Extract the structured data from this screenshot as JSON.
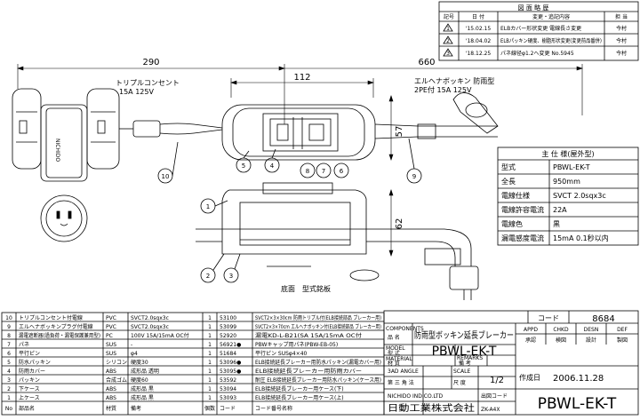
{
  "revision_table": {
    "title": "図 面 略 歴",
    "headers": [
      "記号",
      "日 付",
      "変更・追記内容",
      "担 当"
    ],
    "rows": [
      {
        "mark": "1",
        "date": "'15.02.15",
        "content": "ELBカバー形状変更 電線長さ変更",
        "person": "今村"
      },
      {
        "mark": "2",
        "date": "'18.04.02",
        "content": "ELBパッキン硬度、樹脂形状変更(変更前品番併)",
        "person": "今村"
      },
      {
        "mark": "3",
        "date": "'18.12.25",
        "content": "パネ線径φ1.2へ変更 No.5945",
        "person": "今村"
      }
    ]
  },
  "dimensions": {
    "left_length": "290",
    "right_length": "660",
    "box_width": "112",
    "box_height_top": "57",
    "box_height_side": "62"
  },
  "callouts": {
    "outlet_label_1": "トリプルコンセント",
    "outlet_label_2": "15A 125V",
    "plug_label_1": "エルヘナボッキン 防雨型",
    "plug_label_2": "2PE付 15A 125V",
    "nameplate_label": "底面　型式銘板"
  },
  "part_numbers": [
    "1",
    "2",
    "3",
    "4",
    "5",
    "6",
    "7",
    "8",
    "9",
    "10"
  ],
  "spec_table": {
    "title": "主 仕 様(屋外型)",
    "rows": [
      {
        "key": "型式",
        "value": "PBWL-EK-T"
      },
      {
        "key": "全長",
        "value": "950mm"
      },
      {
        "key": "電線仕様",
        "value": "SVCT 2.0sqx3c"
      },
      {
        "key": "電線許容電流",
        "value": "22A"
      },
      {
        "key": "電線色",
        "value": "黒"
      },
      {
        "key": "漏電感度電流",
        "value": "15mA 0.1秒以内"
      }
    ]
  },
  "parts_table": {
    "rows": [
      {
        "no": "10",
        "name": "トリプルコンセント付電線",
        "mat": "PVC",
        "spec": "SVCT2.0sqx3c",
        "qty": "1",
        "code": "53100",
        "note": "SVCT2×3×30cm 防雨トリプル付(ELB接続部品 ブレーカー用)"
      },
      {
        "no": "9",
        "name": "エルヘナボッキンプラグ付電線",
        "mat": "PVC",
        "spec": "SVCT2.0sqx3c",
        "qty": "1",
        "code": "53099",
        "note": "SVCT2×3×70cm エルヘナボッキン付(ELB接続部品 ブレーカー用)"
      },
      {
        "no": "8",
        "name": "漏電遮断器(過負荷・漏電保護兼用型)",
        "mat": "PC",
        "spec": "100V 15A/15mA OC付",
        "qty": "1",
        "code": "52920",
        "note": "漏電KD-L-B21(SA 15A/15mA OC付"
      },
      {
        "no": "7",
        "name": "パネ",
        "mat": "SUS",
        "spec": "-",
        "qty": "1",
        "code": "56921●",
        "note": "PBWキャップ用パネ(PBW-EB-05)"
      },
      {
        "no": "6",
        "name": "平行ピン",
        "mat": "SUS",
        "spec": "φ4",
        "qty": "1",
        "code": "51684",
        "note": "平行ピン SUSφ4×40"
      },
      {
        "no": "5",
        "name": "防水パッキン",
        "mat": "シリコン",
        "spec": "硬度30",
        "qty": "1",
        "code": "53096●",
        "note": "ELB接続延長ブレーカー用防水パッキン(漏電カバー用)"
      },
      {
        "no": "4",
        "name": "防雨カバー",
        "mat": "ABS",
        "spec": "成形品 透明",
        "qty": "1",
        "code": "53095●",
        "note": "ELB接続延長ブレーカー用防雨カバー"
      },
      {
        "no": "3",
        "name": "パッキン",
        "mat": "合成ゴム",
        "spec": "硬度60",
        "qty": "1",
        "code": "53592",
        "note": "耐圧 ELB接続延長ブレーカー用防水パッキン(ケース用)"
      },
      {
        "no": "2",
        "name": "下ケース",
        "mat": "ABS",
        "spec": "成形品 黒",
        "qty": "1",
        "code": "53094",
        "note": "ELB接続延長ブレーカー用ケース(下)"
      },
      {
        "no": "1",
        "name": "上ケース",
        "mat": "ABS",
        "spec": "成形品 黒",
        "qty": "1",
        "code": "53093",
        "note": "ELB接続延長ブレーカー用ケース(上)"
      }
    ],
    "footer": {
      "no": "No",
      "name": "部品名",
      "mat": "材質",
      "spec": "備考",
      "qty": "個数",
      "code": "コード",
      "note": "コード番号名称"
    }
  },
  "title_block": {
    "code_label": "コード",
    "code_value": "8684",
    "components_label": "COMPONENTS",
    "name_label": "品 名",
    "name_value": "防雨型ボッキン延長ブレーカー",
    "appd_label": "APPD",
    "appd_jp": "承認",
    "chkd_label": "CHKD",
    "chkd_jp": "検図",
    "desn_label": "DESN",
    "desn_jp": "設計",
    "dft_label": "DEF",
    "dft_jp": "製図",
    "model_label": "MODEL",
    "model_jp": "型 式",
    "model_value": "PBWL-EK-T",
    "material_label": "MATERIAL",
    "material_jp": "材 質",
    "remarks_label": "REMARKS",
    "remarks_jp": "備 考",
    "angle_label": "3AD ANGLE",
    "angle_jp": "第 三 角 法",
    "scale_label": "SCALE",
    "scale_jp": "尺 度",
    "scale_value": "1/2",
    "date_label": "作成日",
    "date_value": "2006.11.28",
    "company_en": "NICHIDO IND.CO.LTD",
    "company_jp": "日動工業株式会社",
    "drawing_code_label": "出図コード",
    "drawing_code_value": "ZK-A4X",
    "drawing_no": "PBWL-EK-T"
  },
  "outlet_face_text": "NICHIDO"
}
